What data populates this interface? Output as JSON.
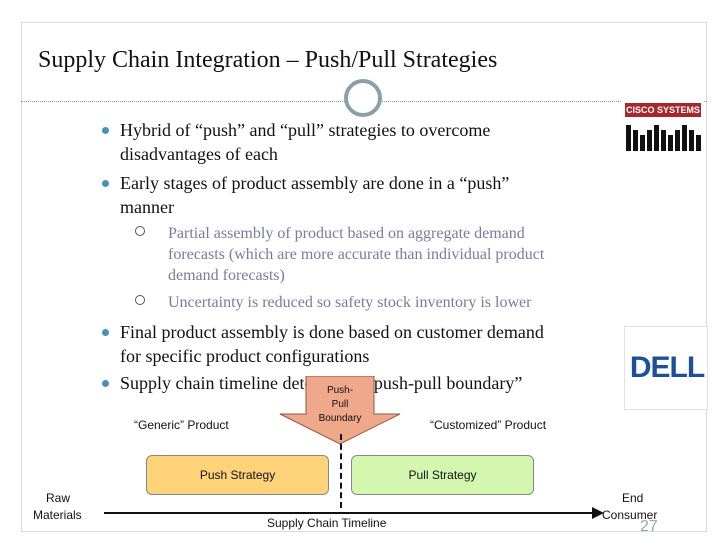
{
  "slide": {
    "title": "Supply Chain Integration – Push/Pull Strategies",
    "page_number": "27"
  },
  "bullets": [
    {
      "level": 1,
      "lines": [
        "Hybrid of “push” and “pull” strategies to overcome",
        "disadvantages of each"
      ]
    },
    {
      "level": 1,
      "lines": [
        "Early stages of product assembly are done in a “push”",
        "manner"
      ]
    },
    {
      "level": 2,
      "lines": [
        "Partial assembly of product based on aggregate demand",
        "forecasts (which are more accurate than individual product",
        "demand forecasts)"
      ]
    },
    {
      "level": 2,
      "lines": [
        "Uncertainty is reduced so safety stock inventory is lower"
      ]
    },
    {
      "level": 1,
      "lines": [
        "Final product assembly is done based on customer demand",
        "for specific product configurations"
      ]
    },
    {
      "level": 1,
      "lines": [
        "Supply chain timeline determines “push-pull boundary”"
      ]
    }
  ],
  "logos": {
    "cisco": "CISCO SYSTEMS",
    "dell": "DELL"
  },
  "diagram": {
    "boundary_label_lines": [
      "Push-",
      "Pull",
      "Boundary"
    ],
    "generic_label": "“Generic” Product",
    "customized_label": "“Customized” Product",
    "push_strategy": "Push Strategy",
    "pull_strategy": "Pull Strategy",
    "start_label_lines": [
      "Raw",
      "Materials"
    ],
    "end_label_lines": [
      "End",
      "Consumer"
    ],
    "timeline_label": "Supply Chain Timeline"
  },
  "colors": {
    "push_box": "#ffd37a",
    "pull_box": "#d4f7b0",
    "boundary_arrow": "#f0a88a",
    "bullet_mark": "#4a90b8",
    "sub_text": "#7a7aa0"
  }
}
